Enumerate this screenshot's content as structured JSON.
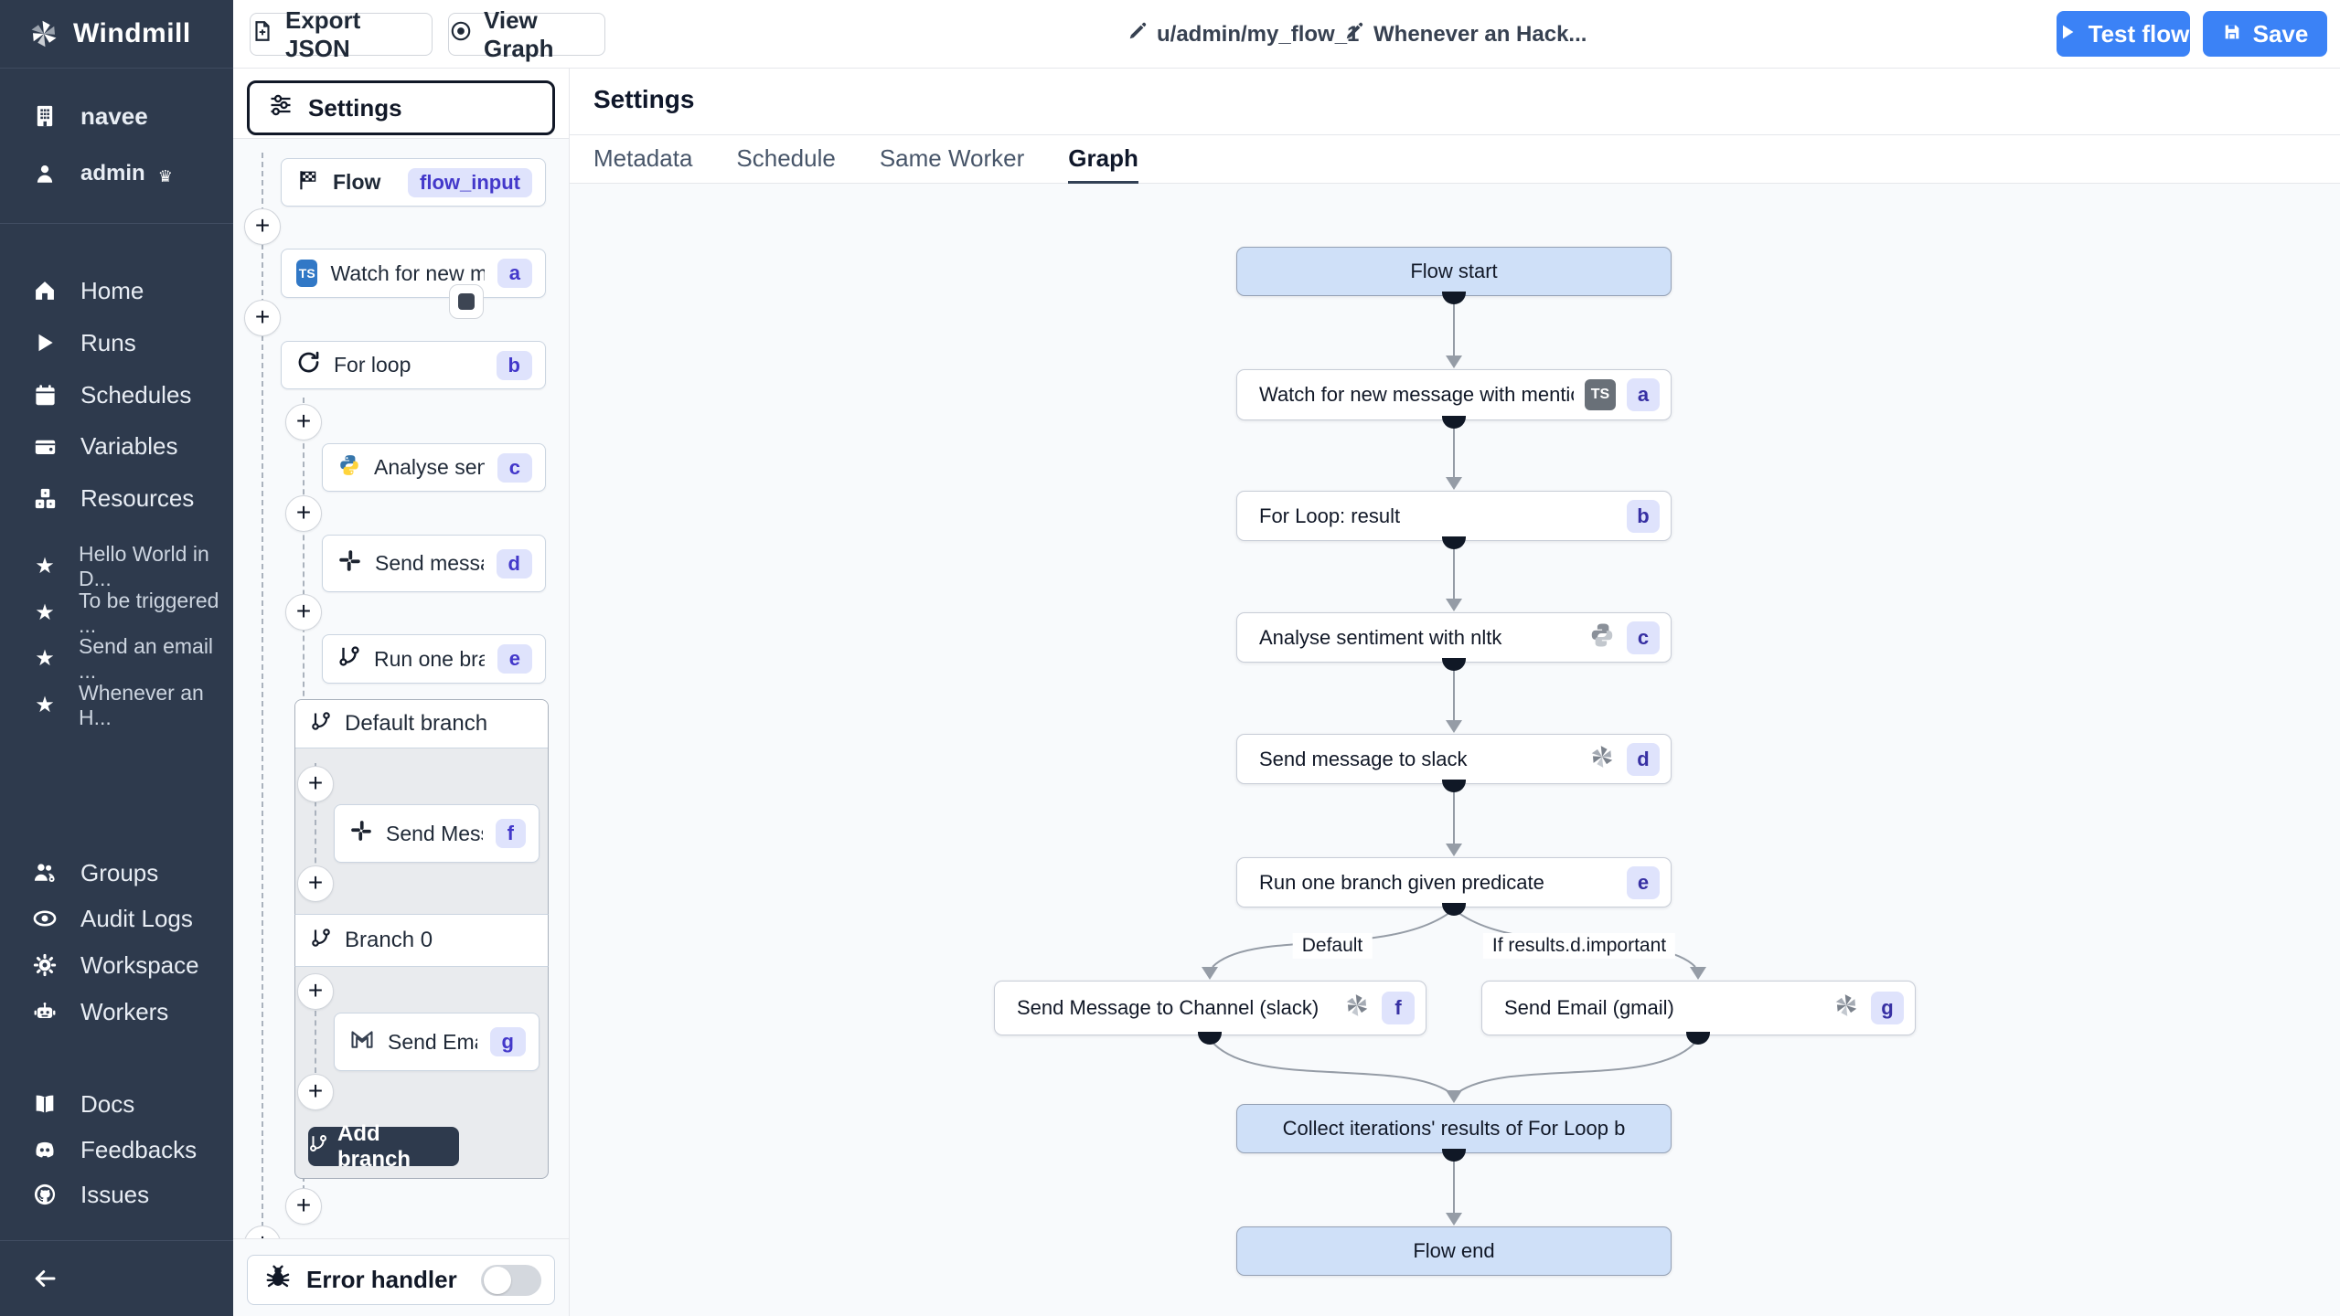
{
  "brand": {
    "name": "Windmill"
  },
  "topbar": {
    "export_json_label": "Export JSON",
    "view_graph_label": "View Graph",
    "breadcrumb_path": "u/admin/my_flow_1",
    "breadcrumb_name": "Whenever an Hack...",
    "test_flow_label": "Test flow",
    "save_label": "Save"
  },
  "sidebar": {
    "workspace": "navee",
    "user": "admin",
    "nav": [
      {
        "label": "Home"
      },
      {
        "label": "Runs"
      },
      {
        "label": "Schedules"
      },
      {
        "label": "Variables"
      },
      {
        "label": "Resources"
      }
    ],
    "favorites": [
      {
        "label": "Hello World in D..."
      },
      {
        "label": "To be triggered ..."
      },
      {
        "label": "Send an email ..."
      },
      {
        "label": "Whenever an H..."
      }
    ],
    "admin_nav": [
      {
        "label": "Groups"
      },
      {
        "label": "Audit Logs"
      },
      {
        "label": "Workspace"
      },
      {
        "label": "Workers"
      }
    ],
    "help_nav": [
      {
        "label": "Docs"
      },
      {
        "label": "Feedbacks"
      },
      {
        "label": "Issues"
      }
    ]
  },
  "flow_panel": {
    "settings_label": "Settings",
    "flow_input": {
      "label": "Flow Input",
      "badge": "flow_input"
    },
    "watch": {
      "label": "Watch for new mes...",
      "badge": "a"
    },
    "for_loop": {
      "label": "For loop",
      "badge": "b"
    },
    "analyse": {
      "label": "Analyse senti...",
      "badge": "c"
    },
    "send_message": {
      "label": "Send messag...",
      "badge": "d"
    },
    "run_one_branch": {
      "label": "Run one branch",
      "badge": "e"
    },
    "default_branch_label": "Default branch",
    "send_message_f": {
      "label": "Send Mess...",
      "badge": "f"
    },
    "branch0_label": "Branch 0",
    "send_email_g": {
      "label": "Send Emai...",
      "badge": "g"
    },
    "add_branch_label": "Add branch",
    "error_handler_label": "Error handler"
  },
  "main": {
    "title": "Settings",
    "tabs": [
      {
        "label": "Metadata"
      },
      {
        "label": "Schedule"
      },
      {
        "label": "Same Worker"
      },
      {
        "label": "Graph"
      }
    ],
    "active_tab": "Graph",
    "graph": {
      "flow_start": "Flow start",
      "watch": {
        "label": "Watch for new message with mentio...",
        "badge": "a"
      },
      "for_loop": {
        "label": "For Loop: result",
        "badge": "b"
      },
      "analyse": {
        "label": "Analyse sentiment with nltk",
        "badge": "c"
      },
      "send_slack": {
        "label": "Send message to slack",
        "badge": "d"
      },
      "run_branch": {
        "label": "Run one branch given predicate",
        "badge": "e"
      },
      "edge_label_left": "Default",
      "edge_label_right": "If results.d.important",
      "branch_f": {
        "label": "Send Message to Channel (slack)",
        "badge": "f"
      },
      "branch_g": {
        "label": "Send Email (gmail)",
        "badge": "g"
      },
      "collect": "Collect iterations' results of For Loop b",
      "flow_end": "Flow end"
    }
  },
  "icons": [
    "windmill-logo",
    "building",
    "user",
    "crown",
    "home",
    "play",
    "calendar",
    "wallet",
    "boxes",
    "star",
    "users-gear",
    "eye",
    "gear",
    "robot",
    "book",
    "discord",
    "github",
    "arrow-left",
    "file-export",
    "circle-dot",
    "sliders",
    "checkered-flag",
    "typescript",
    "loop",
    "python",
    "slack",
    "git-branch",
    "gmail",
    "bug",
    "pencil",
    "save",
    "plus",
    "stop-square",
    "toggle-off"
  ],
  "colors": {
    "accent_blue": "#3b82f6",
    "sidebar_bg": "#2e3a4d",
    "badge_bg": "#dfe3fc",
    "badge_text": "#4338ca",
    "graph_node_blue": "#cfe0f8",
    "ts_blue": "#3178c6",
    "canvas_bg": "#f8fafc"
  }
}
